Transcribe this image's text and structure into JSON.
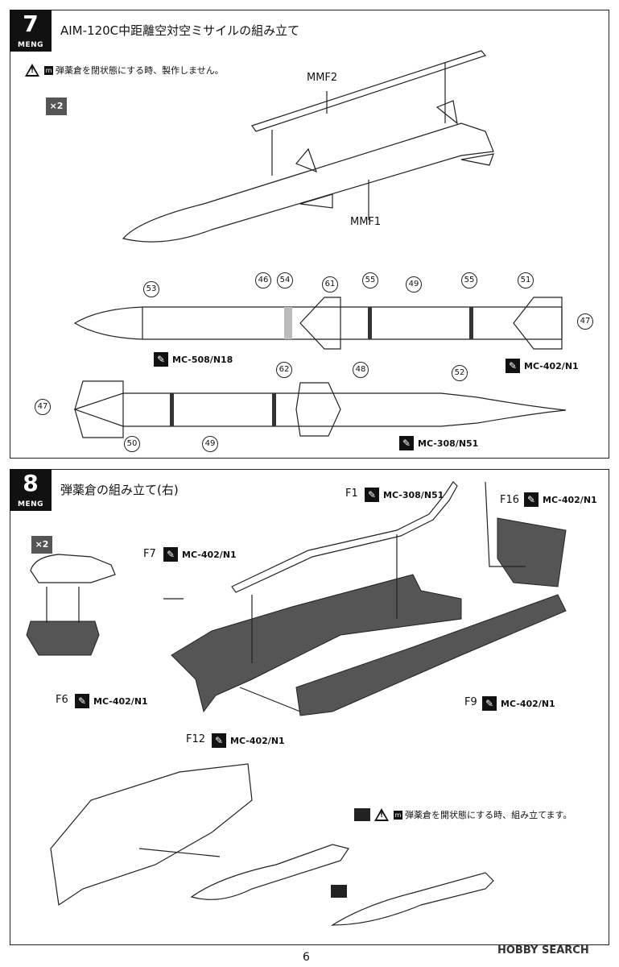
{
  "step7": {
    "number": "7",
    "brand": "MENG",
    "title": "AIM-120C中距離空対空ミサイルの組み立て",
    "warning_mark": "m",
    "warning": "弾薬倉を閉状態にする時、製作しません。",
    "quantity": "×2",
    "part_labels": {
      "mmf1": "MMF1",
      "mmf2": "MMF2"
    },
    "decals": [
      "53",
      "46",
      "54",
      "61",
      "55",
      "49",
      "55",
      "51",
      "47",
      "62",
      "48",
      "52",
      "47",
      "50",
      "49"
    ],
    "paints": [
      {
        "code": "MC-508/N18"
      },
      {
        "code": "MC-402/N1"
      },
      {
        "code": "MC-308/N51"
      }
    ]
  },
  "step8": {
    "number": "8",
    "brand": "MENG",
    "title": "弾薬倉の組み立て(右)",
    "quantity": "×2",
    "parts": [
      {
        "id": "F1",
        "paint": "MC-308/N51"
      },
      {
        "id": "F16",
        "paint": "MC-402/N1"
      },
      {
        "id": "F7",
        "paint": "MC-402/N1"
      },
      {
        "id": "F6",
        "paint": "MC-402/N1"
      },
      {
        "id": "F9",
        "paint": "MC-402/N1"
      },
      {
        "id": "F12",
        "paint": "MC-402/N1"
      }
    ],
    "warning_mark": "m",
    "warning": "弾薬倉を開状態にする時、組み立てます。"
  },
  "footer": {
    "page_number": "6",
    "watermark": "HOBBY SEARCH"
  },
  "colors": {
    "ink": "#111111",
    "panel_border": "#222222",
    "part_fill": "#555555"
  }
}
